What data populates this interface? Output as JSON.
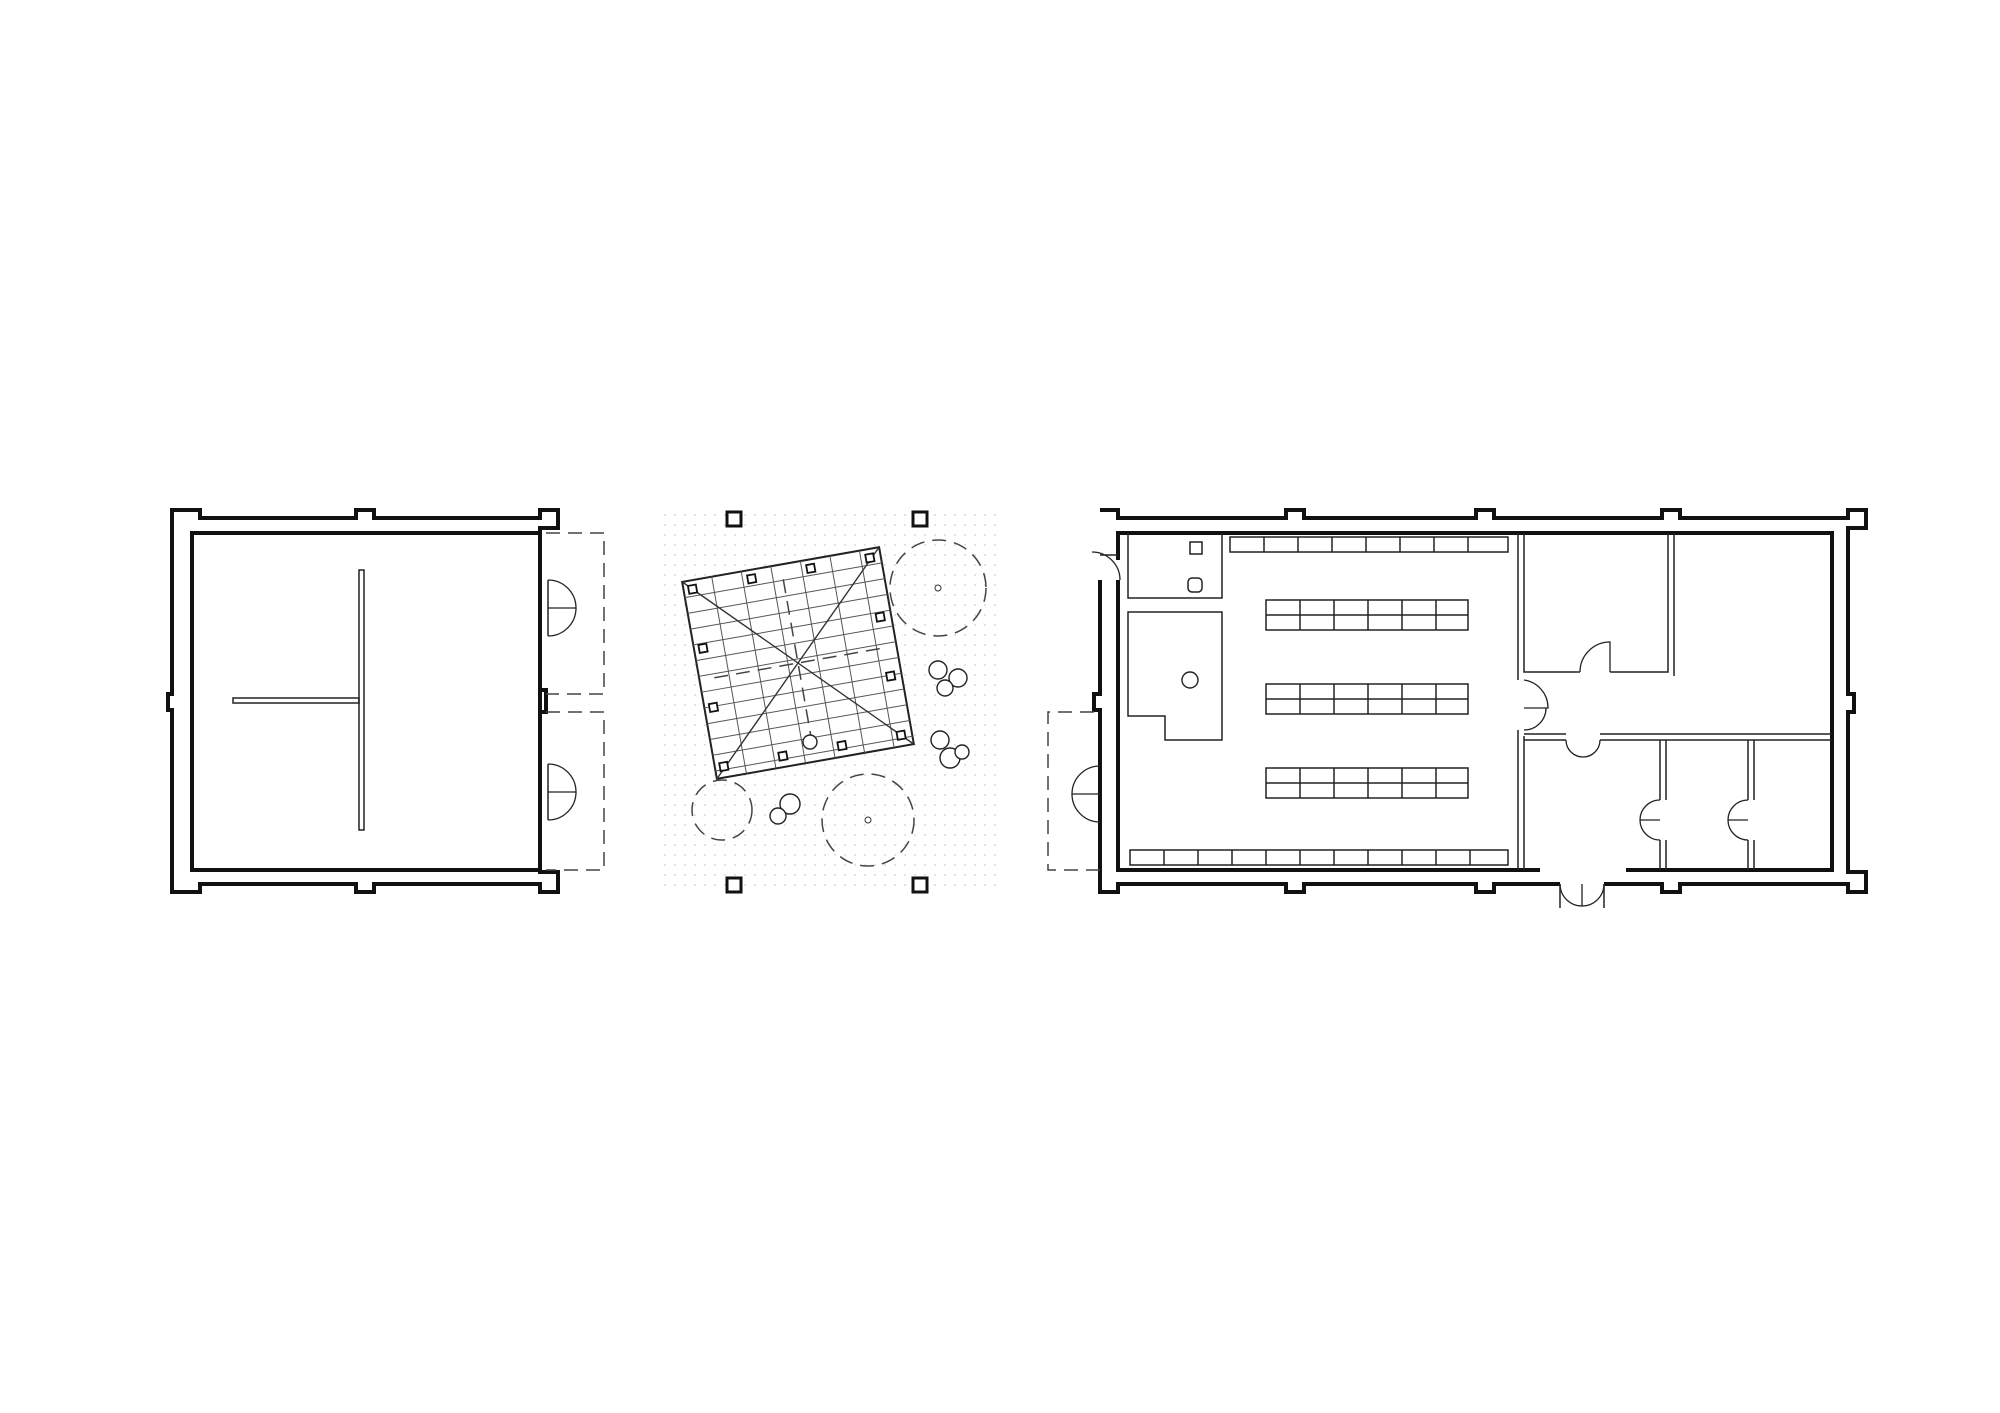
{
  "drawing": {
    "panels": [
      {
        "id": "left-plan",
        "kind": "floor-plan"
      },
      {
        "id": "middle-plan",
        "kind": "courtyard-plan"
      },
      {
        "id": "right-plan",
        "kind": "floor-plan"
      }
    ],
    "colors": {
      "line": "#111111",
      "ground_dot": "#cfcfcf",
      "background": "#ffffff"
    }
  }
}
